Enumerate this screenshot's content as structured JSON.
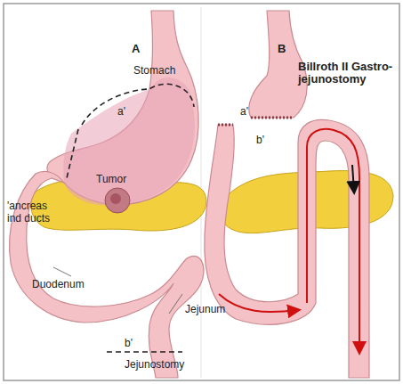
{
  "diagram": {
    "labels": [
      "A",
      "Stomach",
      "a'",
      "Tumor",
      "'ancreas ind ducts",
      "Duodenum",
      "Jejunum",
      "b'",
      "Jejunostomy",
      "B",
      "Billroth II Gastro-jejunostomy",
      "a'",
      "b'"
    ]
  }
}
